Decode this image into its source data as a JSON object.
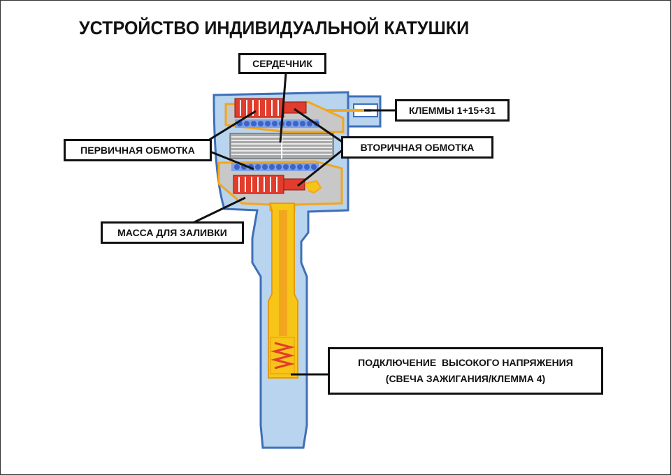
{
  "title": "УСТРОЙСТВО ИНДИВИДУАЛЬНОЙ КАТУШКИ",
  "labels": {
    "core": "СЕРДЕЧНИК",
    "terminals": "КЛЕММЫ 1+15+31",
    "primary": "ПЕРВИЧНАЯ ОБМОТКА",
    "secondary": "ВТОРИЧНАЯ ОБМОТКА",
    "potting": "МАССА ДЛЯ ЗАЛИВКИ",
    "hv_line1": "ПОДКЛЮЧЕНИЕ  ВЫСОКОГО НАПРЯЖЕНИЯ",
    "hv_line2": "(СВЕЧА ЗАЖИГАНИЯ/КЛЕММА 4)"
  },
  "colors": {
    "housing_blue": "#b8d4ee",
    "outline_blue": "#3e6fb8",
    "orange": "#f2a61e",
    "gold": "#f7c418",
    "coil_red": "#e23c2c",
    "core_gray": "#a9a9a9",
    "secondary_blue": "#3b63c8"
  }
}
